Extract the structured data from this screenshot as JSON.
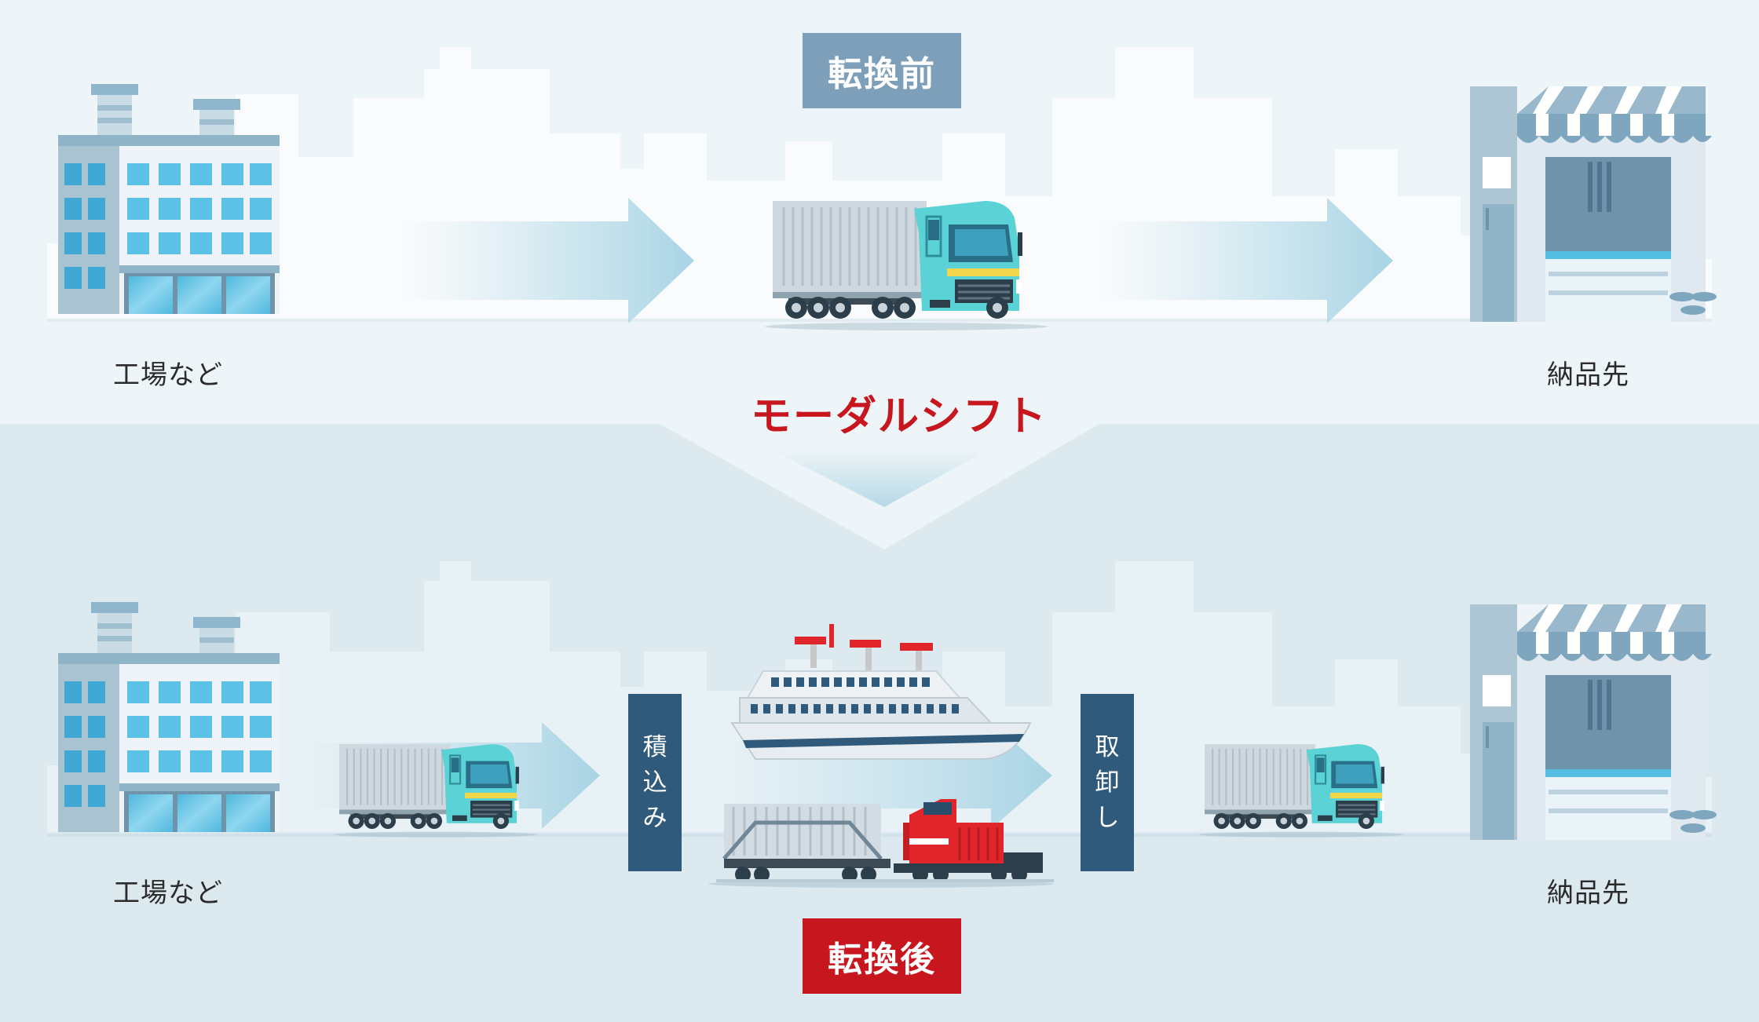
{
  "before": {
    "badge": "転換前",
    "origin_label": "工場など",
    "destination_label": "納品先"
  },
  "transition": {
    "label": "モーダルシフト"
  },
  "after": {
    "badge": "転換後",
    "origin_label": "工場など",
    "destination_label": "納品先",
    "loading_chars": [
      "積",
      "込",
      "み"
    ],
    "unloading_chars": [
      "取",
      "卸",
      "し"
    ]
  },
  "colors": {
    "top_background": "#eef5f8",
    "bottom_background": "#dceaf0",
    "before_badge": "#7d9fba",
    "after_badge": "#c8161e",
    "shift_text": "#c8161e",
    "vertical_badge": "#2f5a7c",
    "truck_cab": "#5ad2d6",
    "locomotive": "#e0262b",
    "building_glass": "#55bde0"
  },
  "icons": [
    "factory-icon",
    "store-icon",
    "truck-icon",
    "ship-icon",
    "train-icon",
    "arrow-icon"
  ]
}
